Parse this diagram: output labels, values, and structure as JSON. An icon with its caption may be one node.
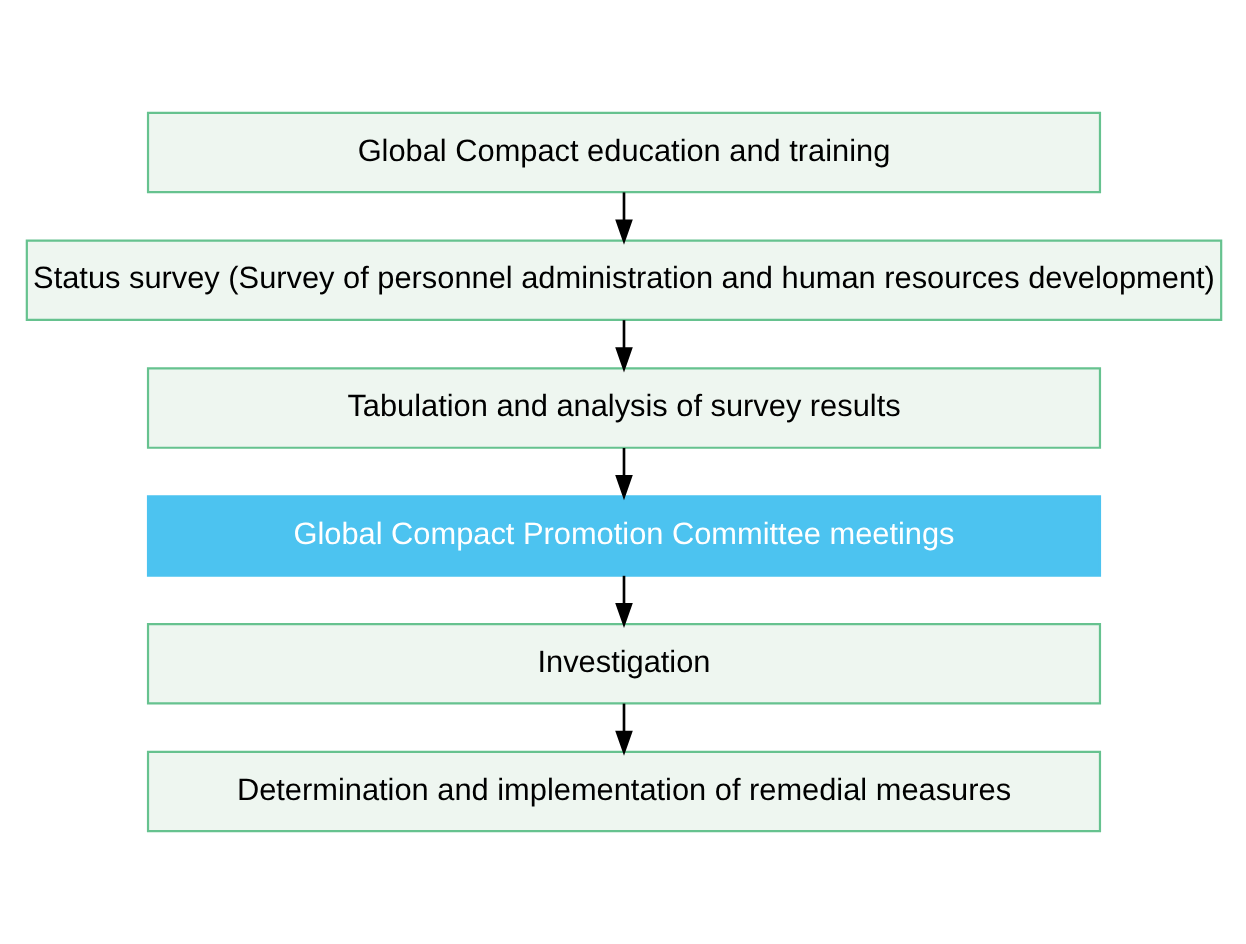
{
  "diagram": {
    "nodes": [
      {
        "text": [
          "Global Compact education and training"
        ]
      },
      {
        "text": [
          "Status survey (Survey of personnel administration and human resources development)"
        ]
      },
      {
        "text": [
          "Tabulation and analysis of survey results"
        ]
      },
      {
        "text": [
          "Global Compact Promotion Committee meetings"
        ]
      },
      {
        "text": [
          "Investigation"
        ]
      },
      {
        "text": [
          "Determination and implementation of remedial measures"
        ]
      }
    ],
    "edges": [
      {
        "from": 0,
        "to": 1,
        "arrow": "to"
      },
      {
        "from": 1,
        "to": 2,
        "arrow": "to"
      },
      {
        "from": 2,
        "to": 3,
        "arrow": "to"
      },
      {
        "from": 3,
        "to": 4,
        "arrow": "to"
      },
      {
        "from": 4,
        "to": 5,
        "arrow": "to"
      }
    ]
  }
}
